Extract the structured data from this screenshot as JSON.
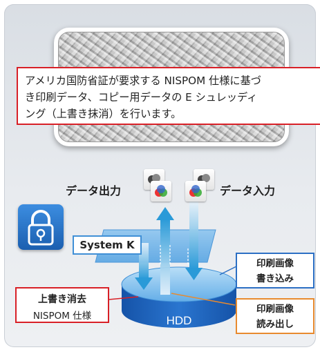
{
  "callout": {
    "lines": [
      "アメリカ国防省証が要求する NISPOM 仕様に基づ",
      "き印刷データ、コピー用データの E シュレッディ",
      "ング（上書き抹消）を行います。"
    ]
  },
  "data_output_label": "データ出力",
  "data_input_label": "データ入力",
  "system_k_label": "System K",
  "hdd_label": "HDD",
  "overwrite_box": {
    "title": "上書き消去",
    "subtitle": "NISPOM 仕様"
  },
  "write_box": {
    "line1": "印刷画像",
    "line2": "書き込み"
  },
  "read_box": {
    "line1": "印刷画像",
    "line2": "読み出し"
  },
  "colors": {
    "accent_red": "#d81f26",
    "accent_blue": "#2b6fc4",
    "accent_orange": "#e88a2e",
    "arrow_blue": "#2a9ad8"
  },
  "icons": [
    "shredded-paper-photo",
    "lock-icon",
    "document-icon",
    "color-document-icon"
  ]
}
